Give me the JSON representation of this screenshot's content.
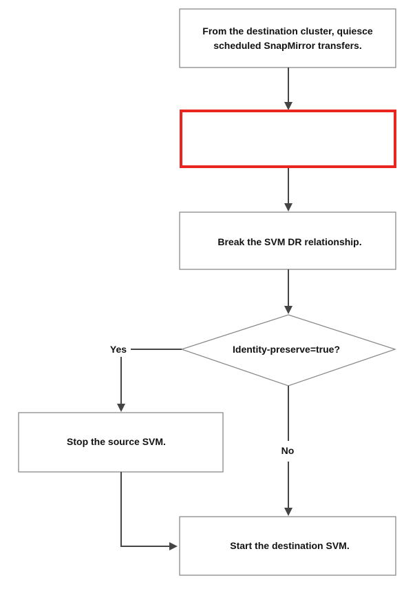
{
  "colors": {
    "highlight_border": "#e8261f",
    "box_border": "#8a8a8a",
    "arrow": "#444444",
    "text": "#111111"
  },
  "nodes": {
    "quiesce": {
      "line1": "From the destination cluster, quiesce",
      "line2": "scheduled SnapMirror transfers."
    },
    "blank_step": {
      "text": ""
    },
    "break": {
      "text": "Break the SVM DR relationship."
    },
    "decision": {
      "text": "Identity-preserve=true?"
    },
    "stop_source": {
      "text": "Stop the source SVM."
    },
    "start_destination": {
      "text": "Start the destination SVM."
    }
  },
  "edges": {
    "yes_label": "Yes",
    "no_label": "No"
  }
}
